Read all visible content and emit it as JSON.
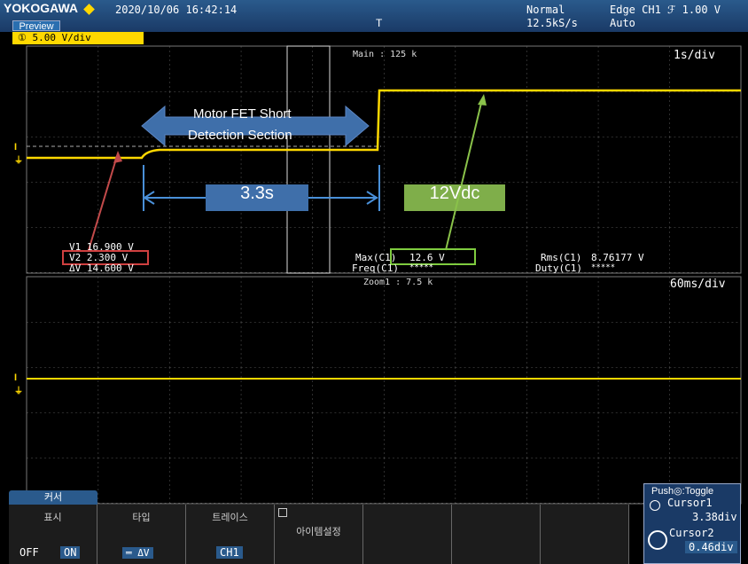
{
  "header": {
    "brand": "YOKOGAWA",
    "datetime": "2020/10/06 16:42:14",
    "preview_label": "Preview",
    "acq_mode": "Normal",
    "sample_rate": "12.5kS/s",
    "trigger": "Edge CH1 ℱ 1.00 V",
    "trigger_mode": "Auto",
    "trigger_marker": "T"
  },
  "channel": {
    "vdiv": "① 5.00 V/div"
  },
  "main_window": {
    "title": "Main : 125 k",
    "timebase": "1s/div",
    "ground_marker": "I"
  },
  "zoom_window": {
    "title": "Zoom1 : 7.5 k",
    "timebase": "60ms/div",
    "ground_marker": "I"
  },
  "cursor_readout": {
    "v1": "V1   16.900 V",
    "v2": "V2   2.300 V",
    "dv": "ΔV   14.600 V"
  },
  "measurements": {
    "max_label": "Max(C1)",
    "max_value": "12.6 V",
    "freq_label": "Freq(C1)",
    "freq_value": "*****",
    "rms_label": "Rms(C1)",
    "rms_value": "8.76177 V",
    "duty_label": "Duty(C1)",
    "duty_value": "*****"
  },
  "annotations": {
    "section_label_1": "Motor FET Short",
    "section_label_2": "Detection Section",
    "duration": "3.3s",
    "voltage": "12Vdc"
  },
  "softkeys": {
    "tab": "커서",
    "display_label": "표시",
    "display_off": "OFF",
    "display_on": "ON",
    "type_label": "타입",
    "type_value": "═ ΔV",
    "trace_label": "트레이스",
    "trace_value": "CH1",
    "item_label": "아이템설정"
  },
  "cursor_panel": {
    "push": "Push◎:Toggle",
    "cursor1_label": "Cursor1",
    "cursor1_value": "3.38div",
    "cursor2_label": "Cursor2",
    "cursor2_value": "0.46div"
  },
  "colors": {
    "trace": "#ffd800",
    "grid": "#5a5a5a"
  }
}
